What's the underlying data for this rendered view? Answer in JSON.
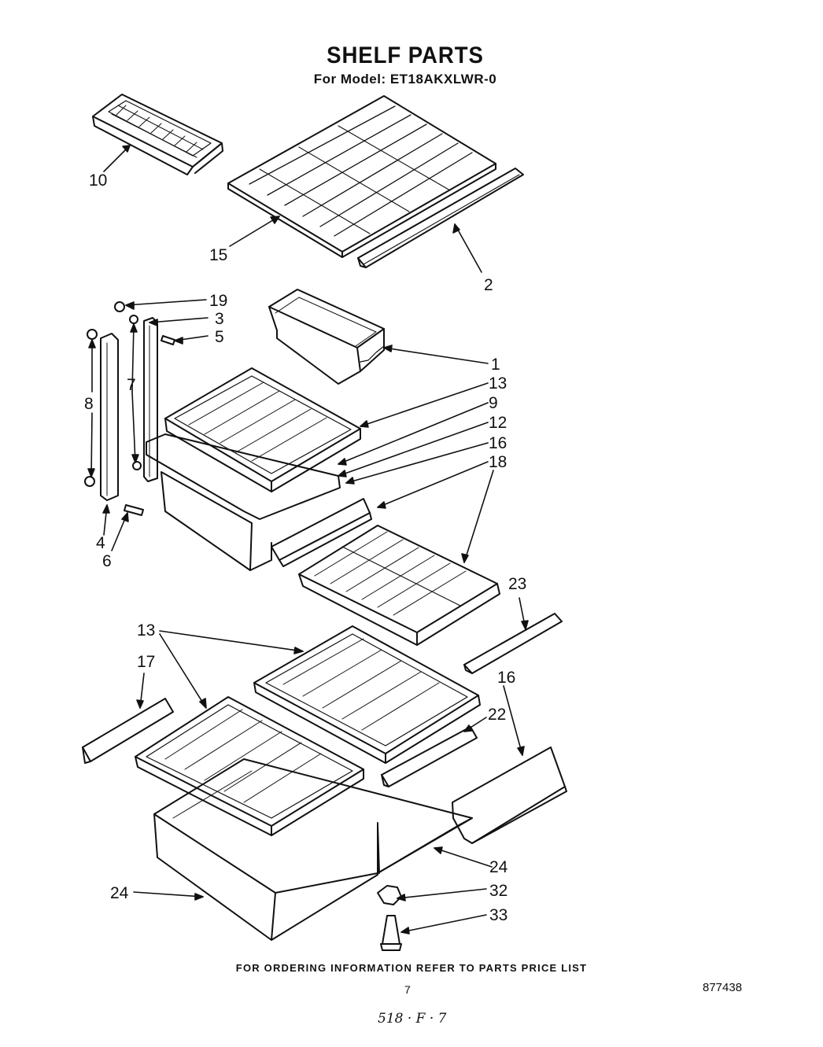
{
  "header": {
    "title": "SHELF PARTS",
    "subtitle": "For Model: ET18AKXLWR-0"
  },
  "callouts": [
    "10",
    "15",
    "2",
    "19",
    "3",
    "5",
    "1",
    "7",
    "8",
    "13",
    "9",
    "12",
    "16",
    "18",
    "4",
    "6",
    "23",
    "13",
    "17",
    "16",
    "22",
    "24",
    "24",
    "32",
    "33"
  ],
  "footer": {
    "ordering_note": "FOR ORDERING INFORMATION REFER TO PARTS PRICE LIST",
    "page_number": "7",
    "document_number": "877438",
    "handwritten_note": "518 · F · 7"
  }
}
